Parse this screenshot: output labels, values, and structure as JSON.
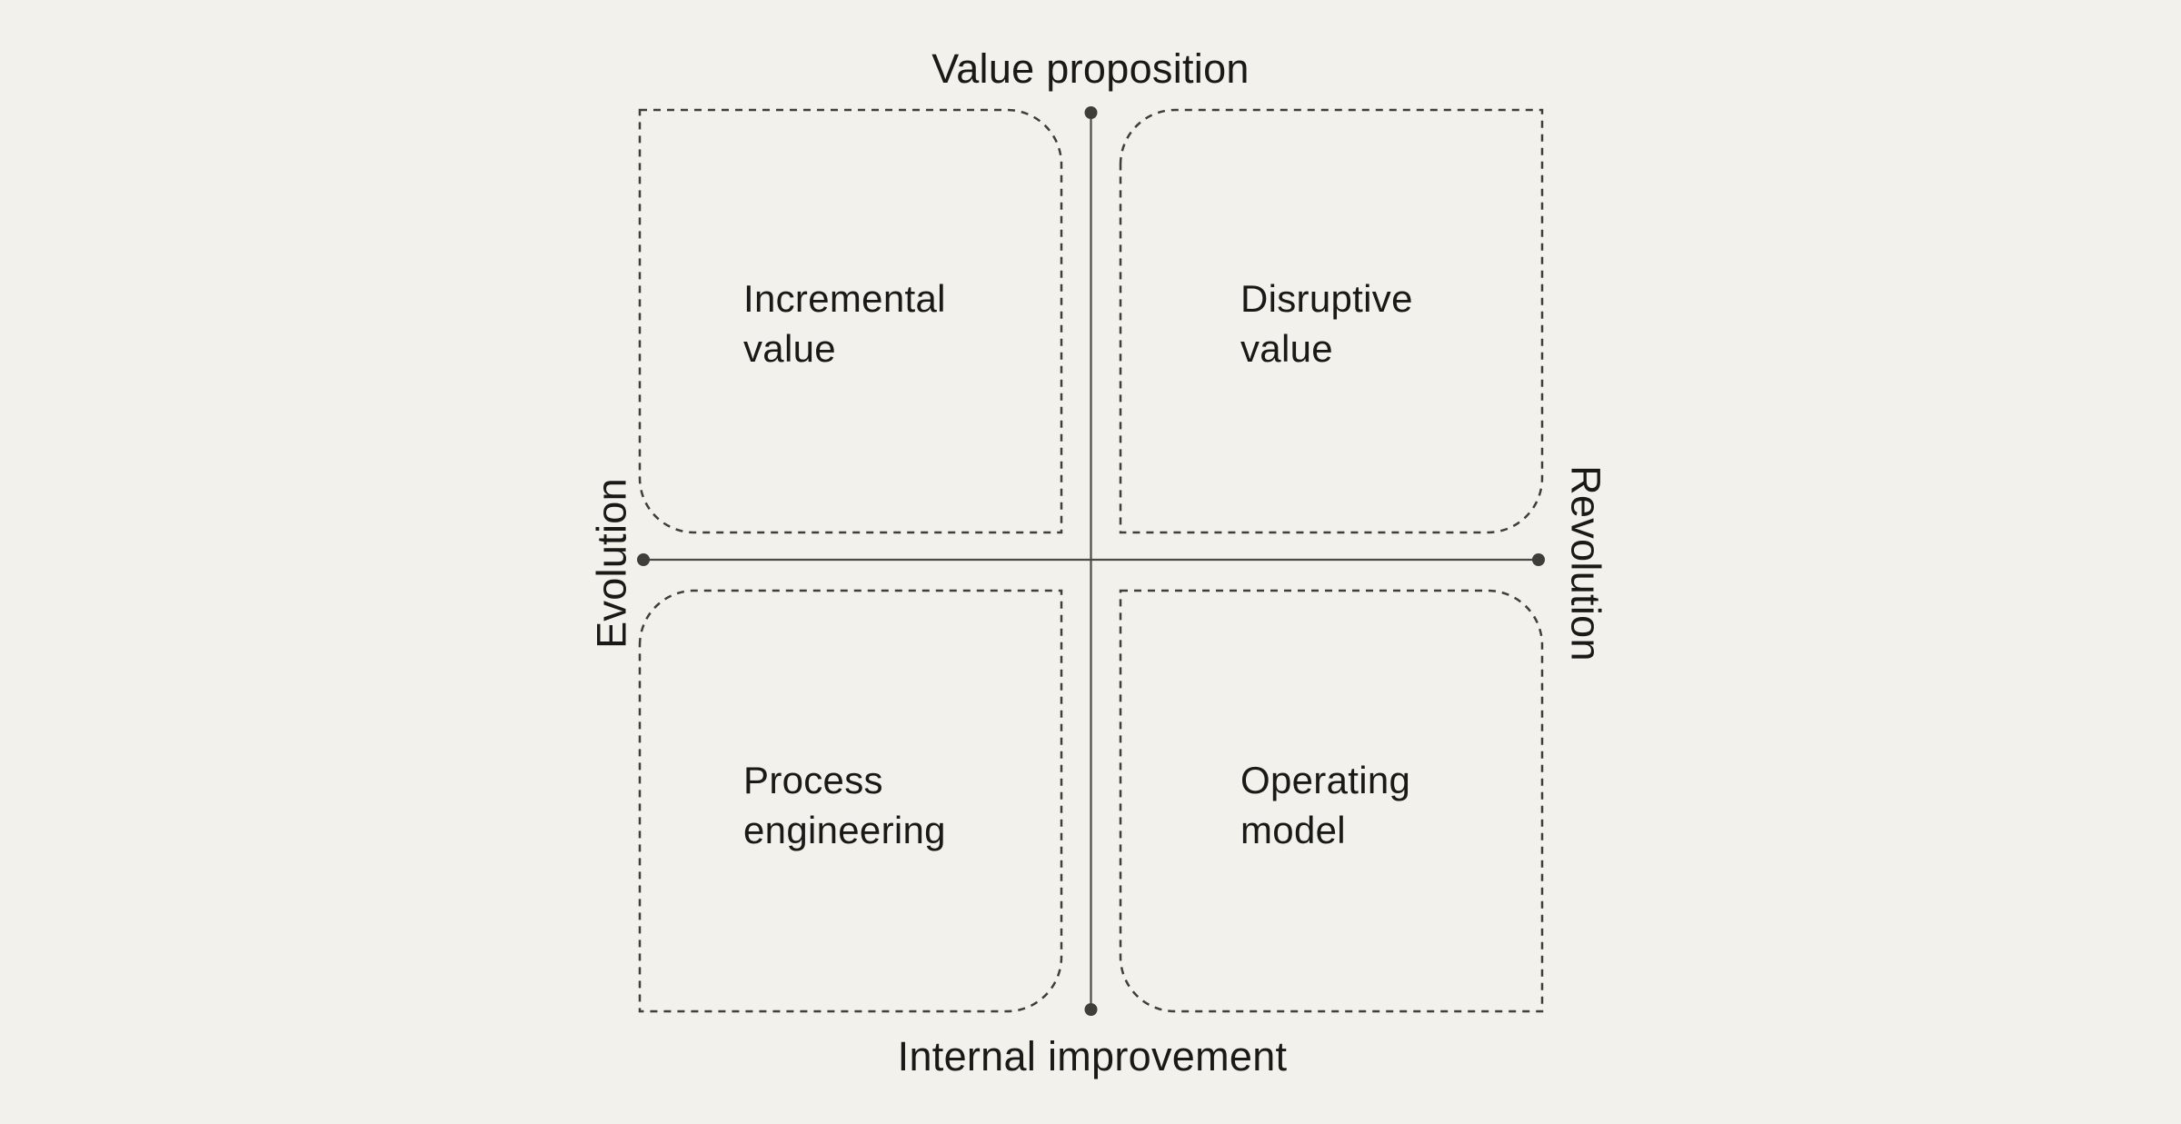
{
  "diagram": {
    "type": "2x2-quadrant-matrix",
    "axes": {
      "top_label": "Value proposition",
      "bottom_label": "Internal improvement",
      "left_label": "Evolution",
      "right_label": "Revolution"
    },
    "quadrants": [
      {
        "position": "top-left",
        "label_lines": [
          "Incremental",
          "value"
        ]
      },
      {
        "position": "top-right",
        "label_lines": [
          "Disruptive",
          "value"
        ]
      },
      {
        "position": "bottom-left",
        "label_lines": [
          "Process",
          "engineering"
        ]
      },
      {
        "position": "bottom-right",
        "label_lines": [
          "Operating",
          "model"
        ]
      }
    ]
  },
  "colors": {
    "background": "#f2f1ec",
    "dashed_border": "#3f3e3a",
    "axis_line": "#4c4b45",
    "axis_dot": "#3f3e3a",
    "text": "#191917"
  }
}
